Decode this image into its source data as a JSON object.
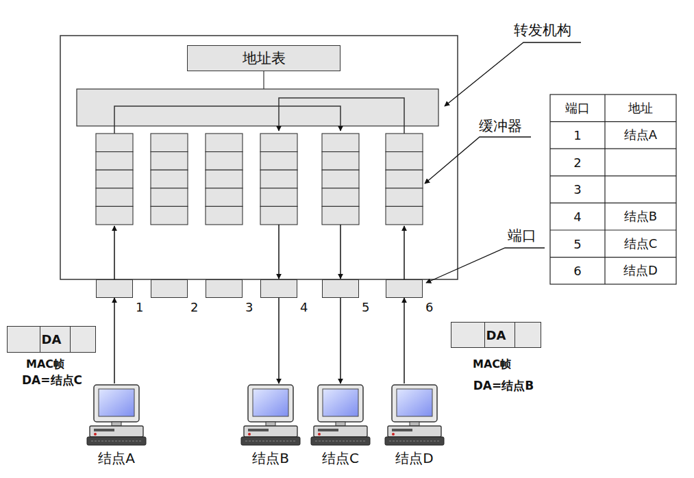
{
  "diagram": {
    "nodes": [
      {
        "text": [
          "地址表"
        ]
      },
      {
        "text": [
          "1"
        ]
      },
      {
        "text": [
          "2"
        ]
      },
      {
        "text": [
          "3"
        ]
      },
      {
        "text": [
          "4"
        ]
      },
      {
        "text": [
          "5"
        ]
      },
      {
        "text": [
          "6"
        ]
      },
      {
        "text": [
          "DA"
        ]
      },
      {
        "text": [
          "DA"
        ]
      },
      {
        "text": [
          "结点A"
        ]
      },
      {
        "text": [
          "结点B"
        ]
      },
      {
        "text": [
          "结点C"
        ]
      },
      {
        "text": [
          "结点D"
        ]
      }
    ],
    "edges": [
      {
        "from": 9,
        "to": 1,
        "arrow": "to"
      },
      {
        "from": 4,
        "to": 10,
        "arrow": "to"
      },
      {
        "from": 5,
        "to": 11,
        "arrow": "to"
      },
      {
        "from": 12,
        "to": 6,
        "arrow": "to"
      }
    ],
    "labels": [
      "转发机构",
      "缓冲器",
      "端口",
      "端口",
      "地址",
      "1",
      "结点A",
      "2",
      "3",
      "4",
      "结点B",
      "5",
      "结点C",
      "6",
      "结点D",
      "MAC帧",
      "DA=结点C",
      "MAC帧",
      "DA=结点B"
    ]
  }
}
